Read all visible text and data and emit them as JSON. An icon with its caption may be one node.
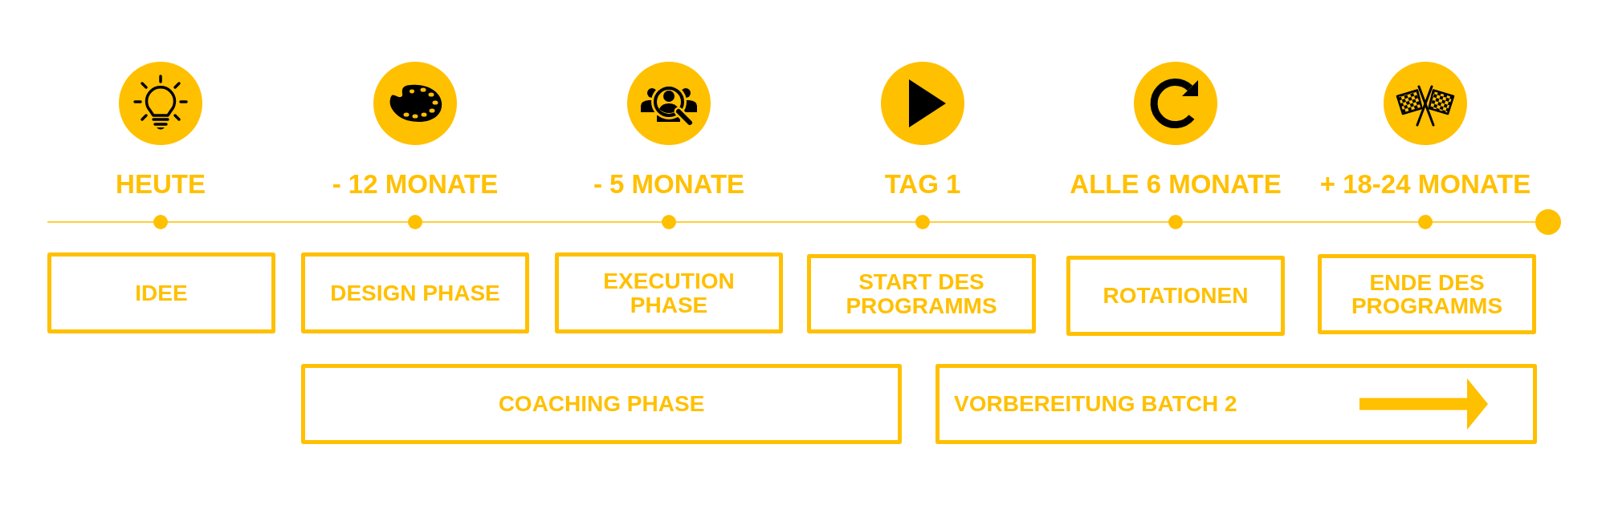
{
  "diagram": {
    "nodes": [
      {
        "text": [
          "IDEE"
        ]
      },
      {
        "text": [
          "DESIGN PHASE"
        ]
      },
      {
        "text": [
          "EXECUTION PHASE"
        ]
      },
      {
        "text": [
          "START DES PROGRAMMS"
        ]
      },
      {
        "text": [
          "ROTATIONEN"
        ]
      },
      {
        "text": [
          "ENDE DES PROGRAMMS"
        ]
      },
      {
        "text": [
          "COACHING PHASE"
        ]
      },
      {
        "text": [
          "VORBEREITUNG BATCH 2"
        ]
      }
    ],
    "labels": [
      "HEUTE",
      "- 12 MONATE",
      "- 5 MONATE",
      "TAG 1",
      "ALLE 6 MONATE",
      "+ 18-24 MONATE"
    ]
  }
}
